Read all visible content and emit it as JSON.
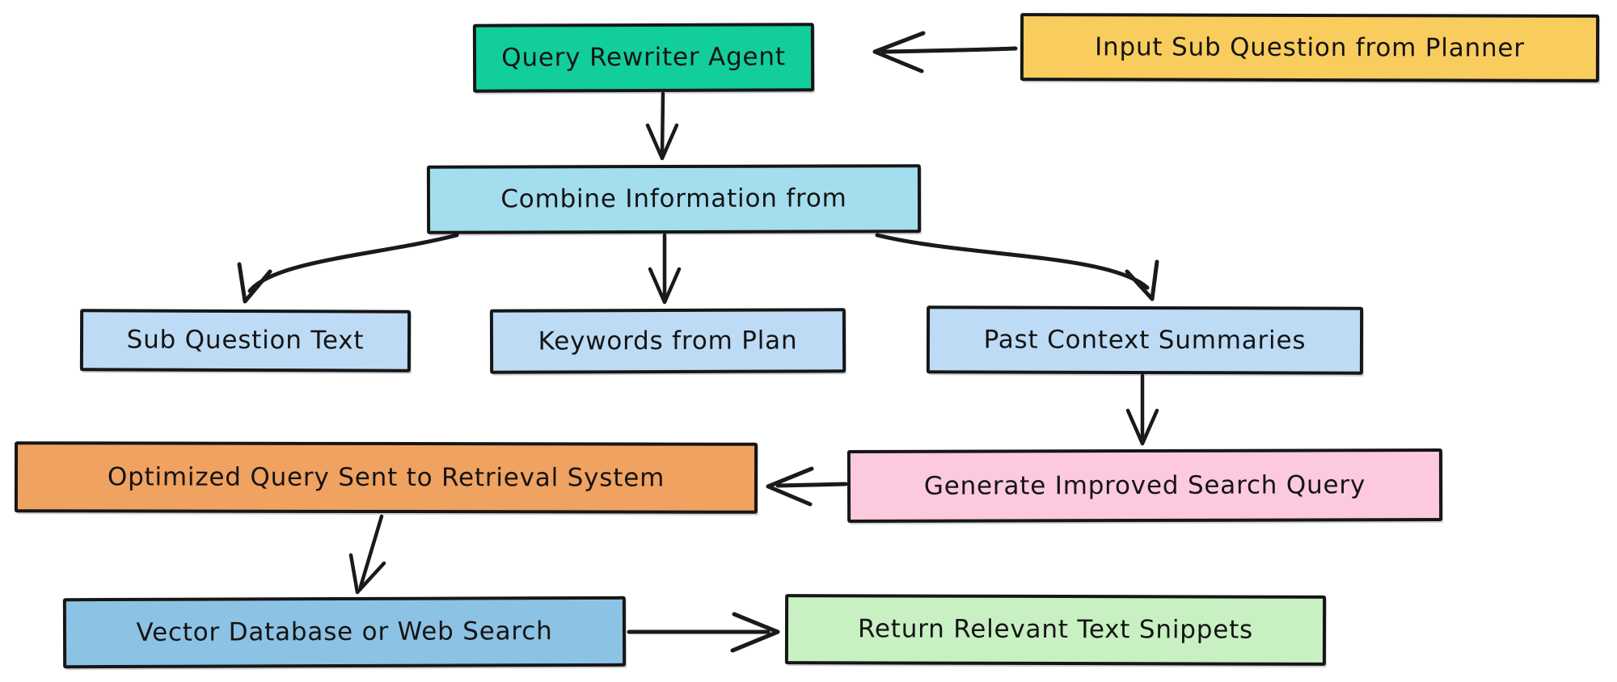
{
  "colors": {
    "background": "#ffffff",
    "stroke": "#1a1a1a",
    "text": "#141414"
  },
  "nodes": [
    {
      "id": "query_rewriter",
      "label": "Query Rewriter Agent",
      "fill": "#12ce9d"
    },
    {
      "id": "input_planner",
      "label": "Input Sub Question from Planner",
      "fill": "#f9cc5e"
    },
    {
      "id": "combine",
      "label": "Combine Information from",
      "fill": "#a4deee"
    },
    {
      "id": "sub_question",
      "label": "Sub Question Text",
      "fill": "#bddbf5"
    },
    {
      "id": "keywords",
      "label": "Keywords from Plan",
      "fill": "#bddbf5"
    },
    {
      "id": "past_context",
      "label": "Past Context Summaries",
      "fill": "#bddbf5"
    },
    {
      "id": "generate_query",
      "label": "Generate Improved Search Query",
      "fill": "#fcc9de"
    },
    {
      "id": "optimized_query",
      "label": "Optimized Query Sent to Retrieval System",
      "fill": "#f0a261"
    },
    {
      "id": "vector_db",
      "label": "Vector Database or Web Search",
      "fill": "#8cc2e3"
    },
    {
      "id": "return_snippets",
      "label": "Return Relevant Text Snippets",
      "fill": "#c8f0c3"
    }
  ],
  "edges": [
    {
      "from": "input_planner",
      "to": "query_rewriter"
    },
    {
      "from": "query_rewriter",
      "to": "combine"
    },
    {
      "from": "combine",
      "to": "sub_question"
    },
    {
      "from": "combine",
      "to": "keywords"
    },
    {
      "from": "combine",
      "to": "past_context"
    },
    {
      "from": "past_context",
      "to": "generate_query"
    },
    {
      "from": "generate_query",
      "to": "optimized_query"
    },
    {
      "from": "optimized_query",
      "to": "vector_db"
    },
    {
      "from": "vector_db",
      "to": "return_snippets"
    }
  ]
}
